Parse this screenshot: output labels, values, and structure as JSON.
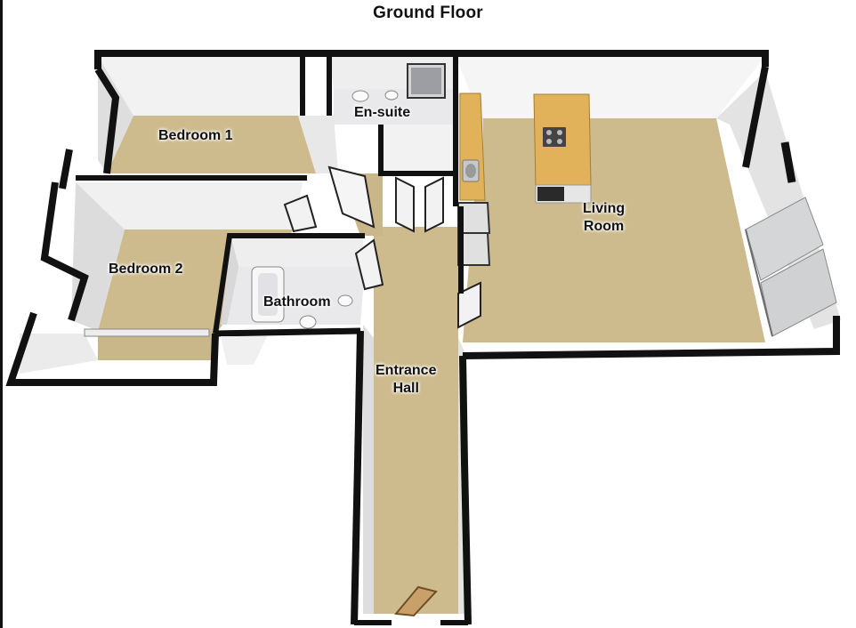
{
  "floor": {
    "title": "Ground Floor"
  },
  "rooms": {
    "bedroom1": "Bedroom 1",
    "ensuite": "En-suite",
    "bedroom2": "Bedroom 2",
    "bathroom": "Bathroom",
    "living_line1": "Living",
    "living_line2": "Room",
    "entrance_line1": "Entrance",
    "entrance_line2": "Hall"
  },
  "colors": {
    "carpet": "#cdbb8e",
    "wall_inner": "#f3f3f3",
    "wall_shade": "#dcdcdc",
    "wall_edge": "#111111",
    "worktop": "#e2b25a",
    "tile": "#e9e9ec",
    "glass": "#d4d6d8"
  }
}
